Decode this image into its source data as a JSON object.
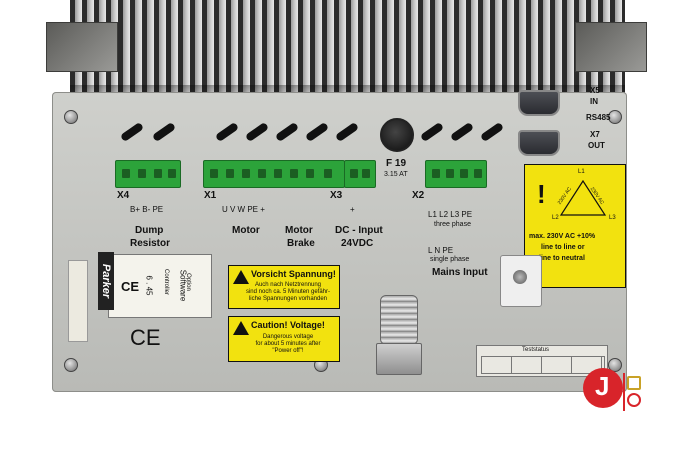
{
  "labels": {
    "x4": "X4",
    "x1": "X1",
    "x3": "X3",
    "x2": "X2",
    "x5": "X5",
    "x5_in": "IN",
    "rs485": "RS485",
    "x7": "X7",
    "x7_out": "OUT",
    "fuse_name": "F 19",
    "fuse_rating": "3.15 AT",
    "dump_terms": "B+ B- PE",
    "dump_1": "Dump",
    "dump_2": "Resistor",
    "motor_terms": "U  V  W PE +",
    "motor": "Motor",
    "motor_brake_1": "Motor",
    "motor_brake_2": "Brake",
    "dc_terms": "+",
    "dc_1": "DC - Input",
    "dc_2": "24VDC",
    "three_terms": "L1 L2 L3 PE",
    "three_phase": "three phase",
    "single_terms": "L   N        PE",
    "single_phase": "single phase",
    "mains": "Mains  Input"
  },
  "warning_big": {
    "l1": "L1",
    "l2": "L2",
    "l3": "L3",
    "v1": "230V AC",
    "v2": "230V AC",
    "line1": "max. 230V AC +10%",
    "line2": "line to line or",
    "line3": "line to neutral"
  },
  "warning_de": {
    "title": "Vorsicht Spannung!",
    "line1": "Auch nach Netztrennung",
    "line2": "sind noch ca. 5 Minuten gefähr-",
    "line3": "liche Spannungen vorhanden"
  },
  "warning_en": {
    "title": "Caution! Voltage!",
    "line1": "Dangerous voltage",
    "line2": "for about 5 minutes after",
    "line3": "\"Power off\"!"
  },
  "nameplate": {
    "brand": "Parker",
    "ce_small": "CE",
    "software": "Software",
    "controller": "Controller",
    "option": "Option",
    "version": "6 . 45"
  },
  "ce_mark": "CE",
  "test_status": "Teststatus",
  "watermark": {
    "letter": "J",
    "colors": {
      "red": "#d8242a",
      "gold": "#c9a227"
    }
  },
  "colors": {
    "terminal_green": "#2ca33a",
    "warning_yellow": "#f2e20f",
    "panel": "#c4c5c1"
  }
}
